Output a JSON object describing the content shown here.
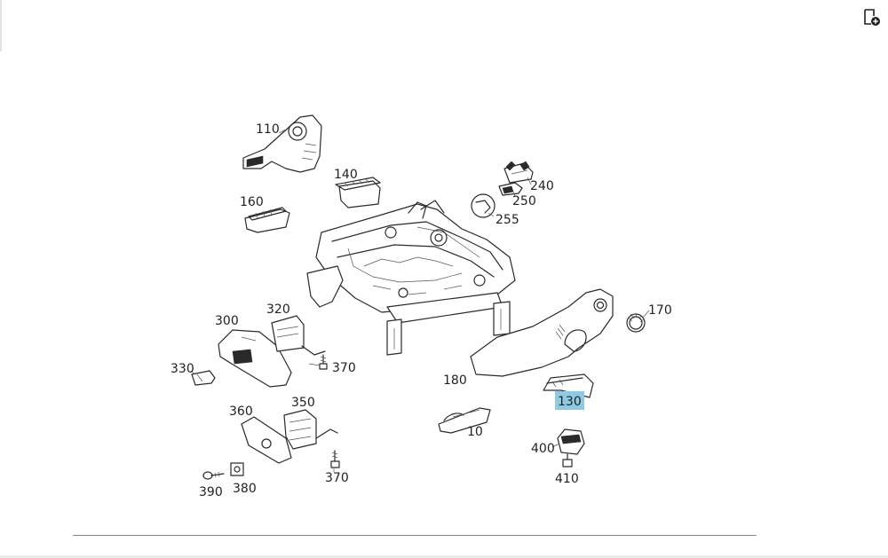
{
  "toolbar": {
    "icon": "document-add-icon"
  },
  "diagram": {
    "highlight_color": "#8ecbe3",
    "highlighted": "130",
    "labels": {
      "p110": "110",
      "p140": "140",
      "p160": "160",
      "p240": "240",
      "p250": "250",
      "p255": "255",
      "p170": "170",
      "p180": "180",
      "p130": "130",
      "p10": "10",
      "p400": "400",
      "p410": "410",
      "p300": "300",
      "p320": "320",
      "p330": "330",
      "p370a": "370",
      "p360": "360",
      "p350": "350",
      "p390": "390",
      "p380": "380",
      "p370b": "370"
    }
  }
}
